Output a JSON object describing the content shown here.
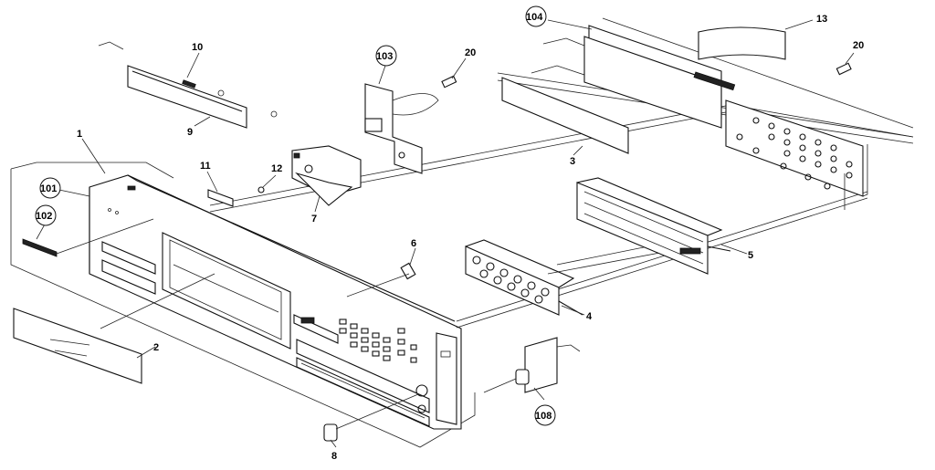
{
  "callouts": {
    "c1": "1",
    "c2": "2",
    "c3": "3",
    "c4": "4",
    "c5": "5",
    "c6": "6",
    "c7": "7",
    "c8": "8",
    "c9": "9",
    "c10": "10",
    "c11": "11",
    "c12": "12",
    "c13": "13",
    "c20a": "20",
    "c20b": "20",
    "c101": "101",
    "c102": "102",
    "c103": "103",
    "c104": "104",
    "c108": "108"
  }
}
